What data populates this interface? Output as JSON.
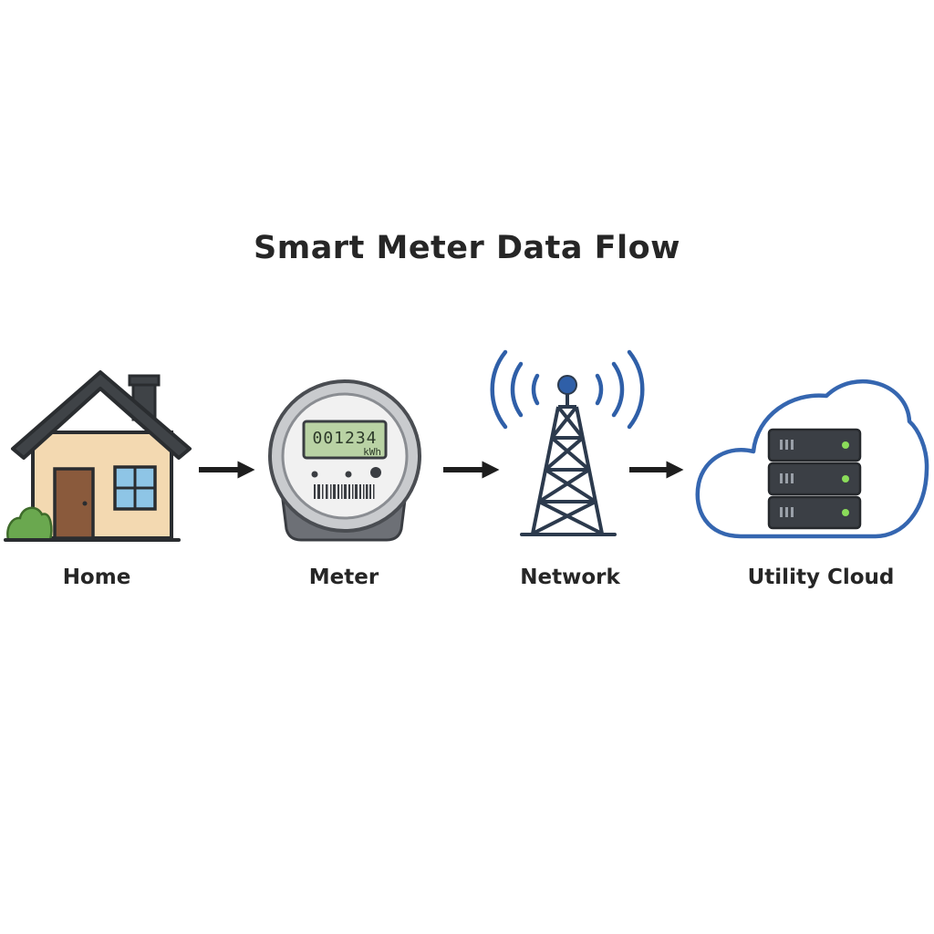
{
  "title": "Smart Meter Data Flow",
  "nodes": [
    {
      "label": "Home",
      "icon": "house-icon"
    },
    {
      "label": "Meter",
      "icon": "electric-meter-icon"
    },
    {
      "label": "Network",
      "icon": "radio-tower-icon"
    },
    {
      "label": "Utility Cloud",
      "icon": "cloud-server-icon"
    }
  ],
  "meter": {
    "reading": "001234",
    "unit": "kWh"
  },
  "colors": {
    "roof": "#3f4347",
    "house_wall": "#f3d9b1",
    "door": "#8a5a3c",
    "window": "#8ec5e6",
    "bush": "#6aa84f",
    "meter_display": "#b9d2a4",
    "signal_blue": "#2f5fa8",
    "tower": "#2c3a4d",
    "cloud_outline": "#3566b0",
    "server": "#3b3f45",
    "server_led": "#8bdc5a",
    "arrow": "#1e1e1e"
  }
}
